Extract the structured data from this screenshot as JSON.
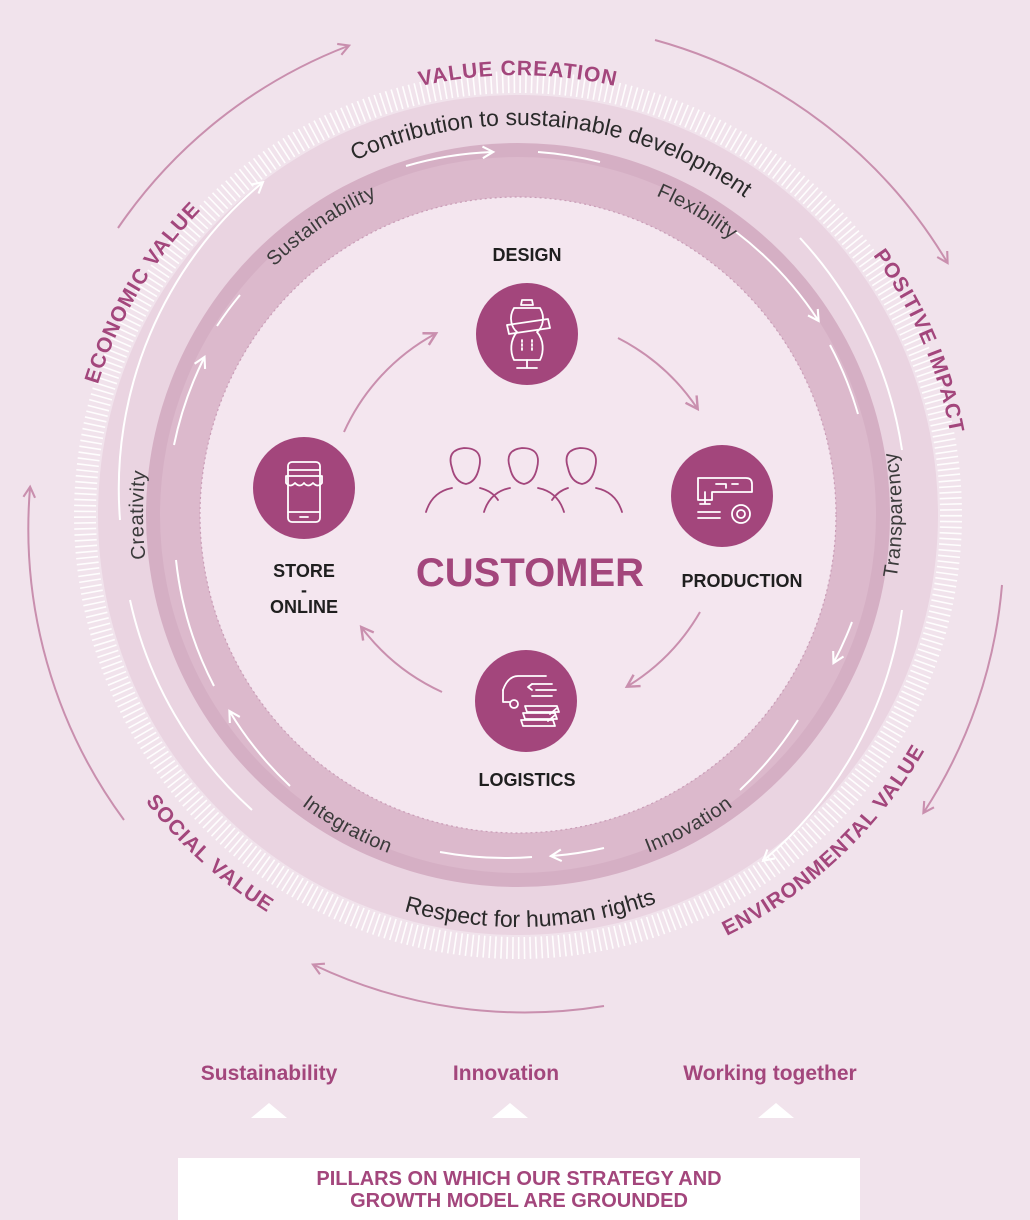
{
  "outer_labels": {
    "top": "VALUE CREATION",
    "right": "POSITIVE IMPACT",
    "bottom_right": "ENVIRONMENTAL VALUE",
    "bottom_left": "SOCIAL VALUE",
    "left": "ECONOMIC VALUE"
  },
  "band_labels": {
    "top": "Contribution to sustainable development",
    "bottom": "Respect for human rights"
  },
  "ring_labels": {
    "sustainability": "Sustainability",
    "flexibility": "Flexibility",
    "transparency": "Transparency",
    "innovation": "Innovation",
    "integration": "Integration",
    "creativity": "Creativity"
  },
  "center": {
    "title": "CUSTOMER"
  },
  "stages": {
    "design": "DESIGN",
    "production": "PRODUCTION",
    "logistics": "LOGISTICS",
    "store_line1": "STORE",
    "store_line2": "-",
    "store_line3": "ONLINE"
  },
  "pillars": [
    "Sustainability",
    "Innovation",
    "Working together"
  ],
  "footer": {
    "line1": "PILLARS ON WHICH OUR STRATEGY AND",
    "line2": "GROWTH MODEL ARE GROUNDED"
  },
  "colors": {
    "background": "#f1e3ec",
    "accent": "#a3467c",
    "ring": "#d5afc4",
    "inner": "#f4e6ef",
    "icon_circle": "#a3467c"
  },
  "icons": {
    "design": "dress-form-icon",
    "production": "sewing-machine-icon",
    "logistics": "delivery-van-icon",
    "store": "smartphone-store-icon",
    "customer": "people-group-icon"
  }
}
